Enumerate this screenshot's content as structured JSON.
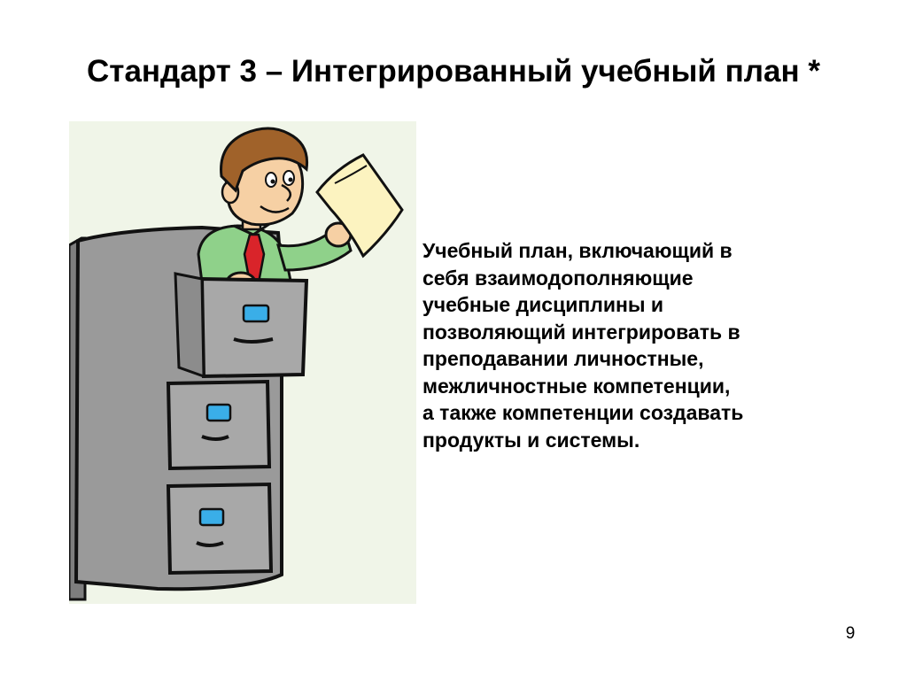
{
  "slide": {
    "title": "Стандарт 3 – Интегрированный учебный план *",
    "illustration": {
      "subject": "clipart-man-in-filing-cabinet",
      "colors": {
        "background": "#F0F5E8",
        "cabinet": "#9A9A9A",
        "cabinet_dark": "#7E7E7E",
        "drawer": "#A8A8A8",
        "label": "#3AAEE8",
        "shirt": "#8FD18A",
        "tie": "#D9242A",
        "hair": "#A0622A",
        "skin": "#F6D0A4",
        "paper": "#FCF3C0",
        "outline": "#111111"
      }
    },
    "body_lines": [
      "Учебный план, включающий в",
      "себя взаимодополняющие",
      "учебные дисциплины и",
      "позволяющий интегрировать в",
      "преподавании личностные,",
      "межличностные компетенции,",
      "а также компетенции создавать",
      "продукты и системы."
    ],
    "page_number": "9"
  }
}
